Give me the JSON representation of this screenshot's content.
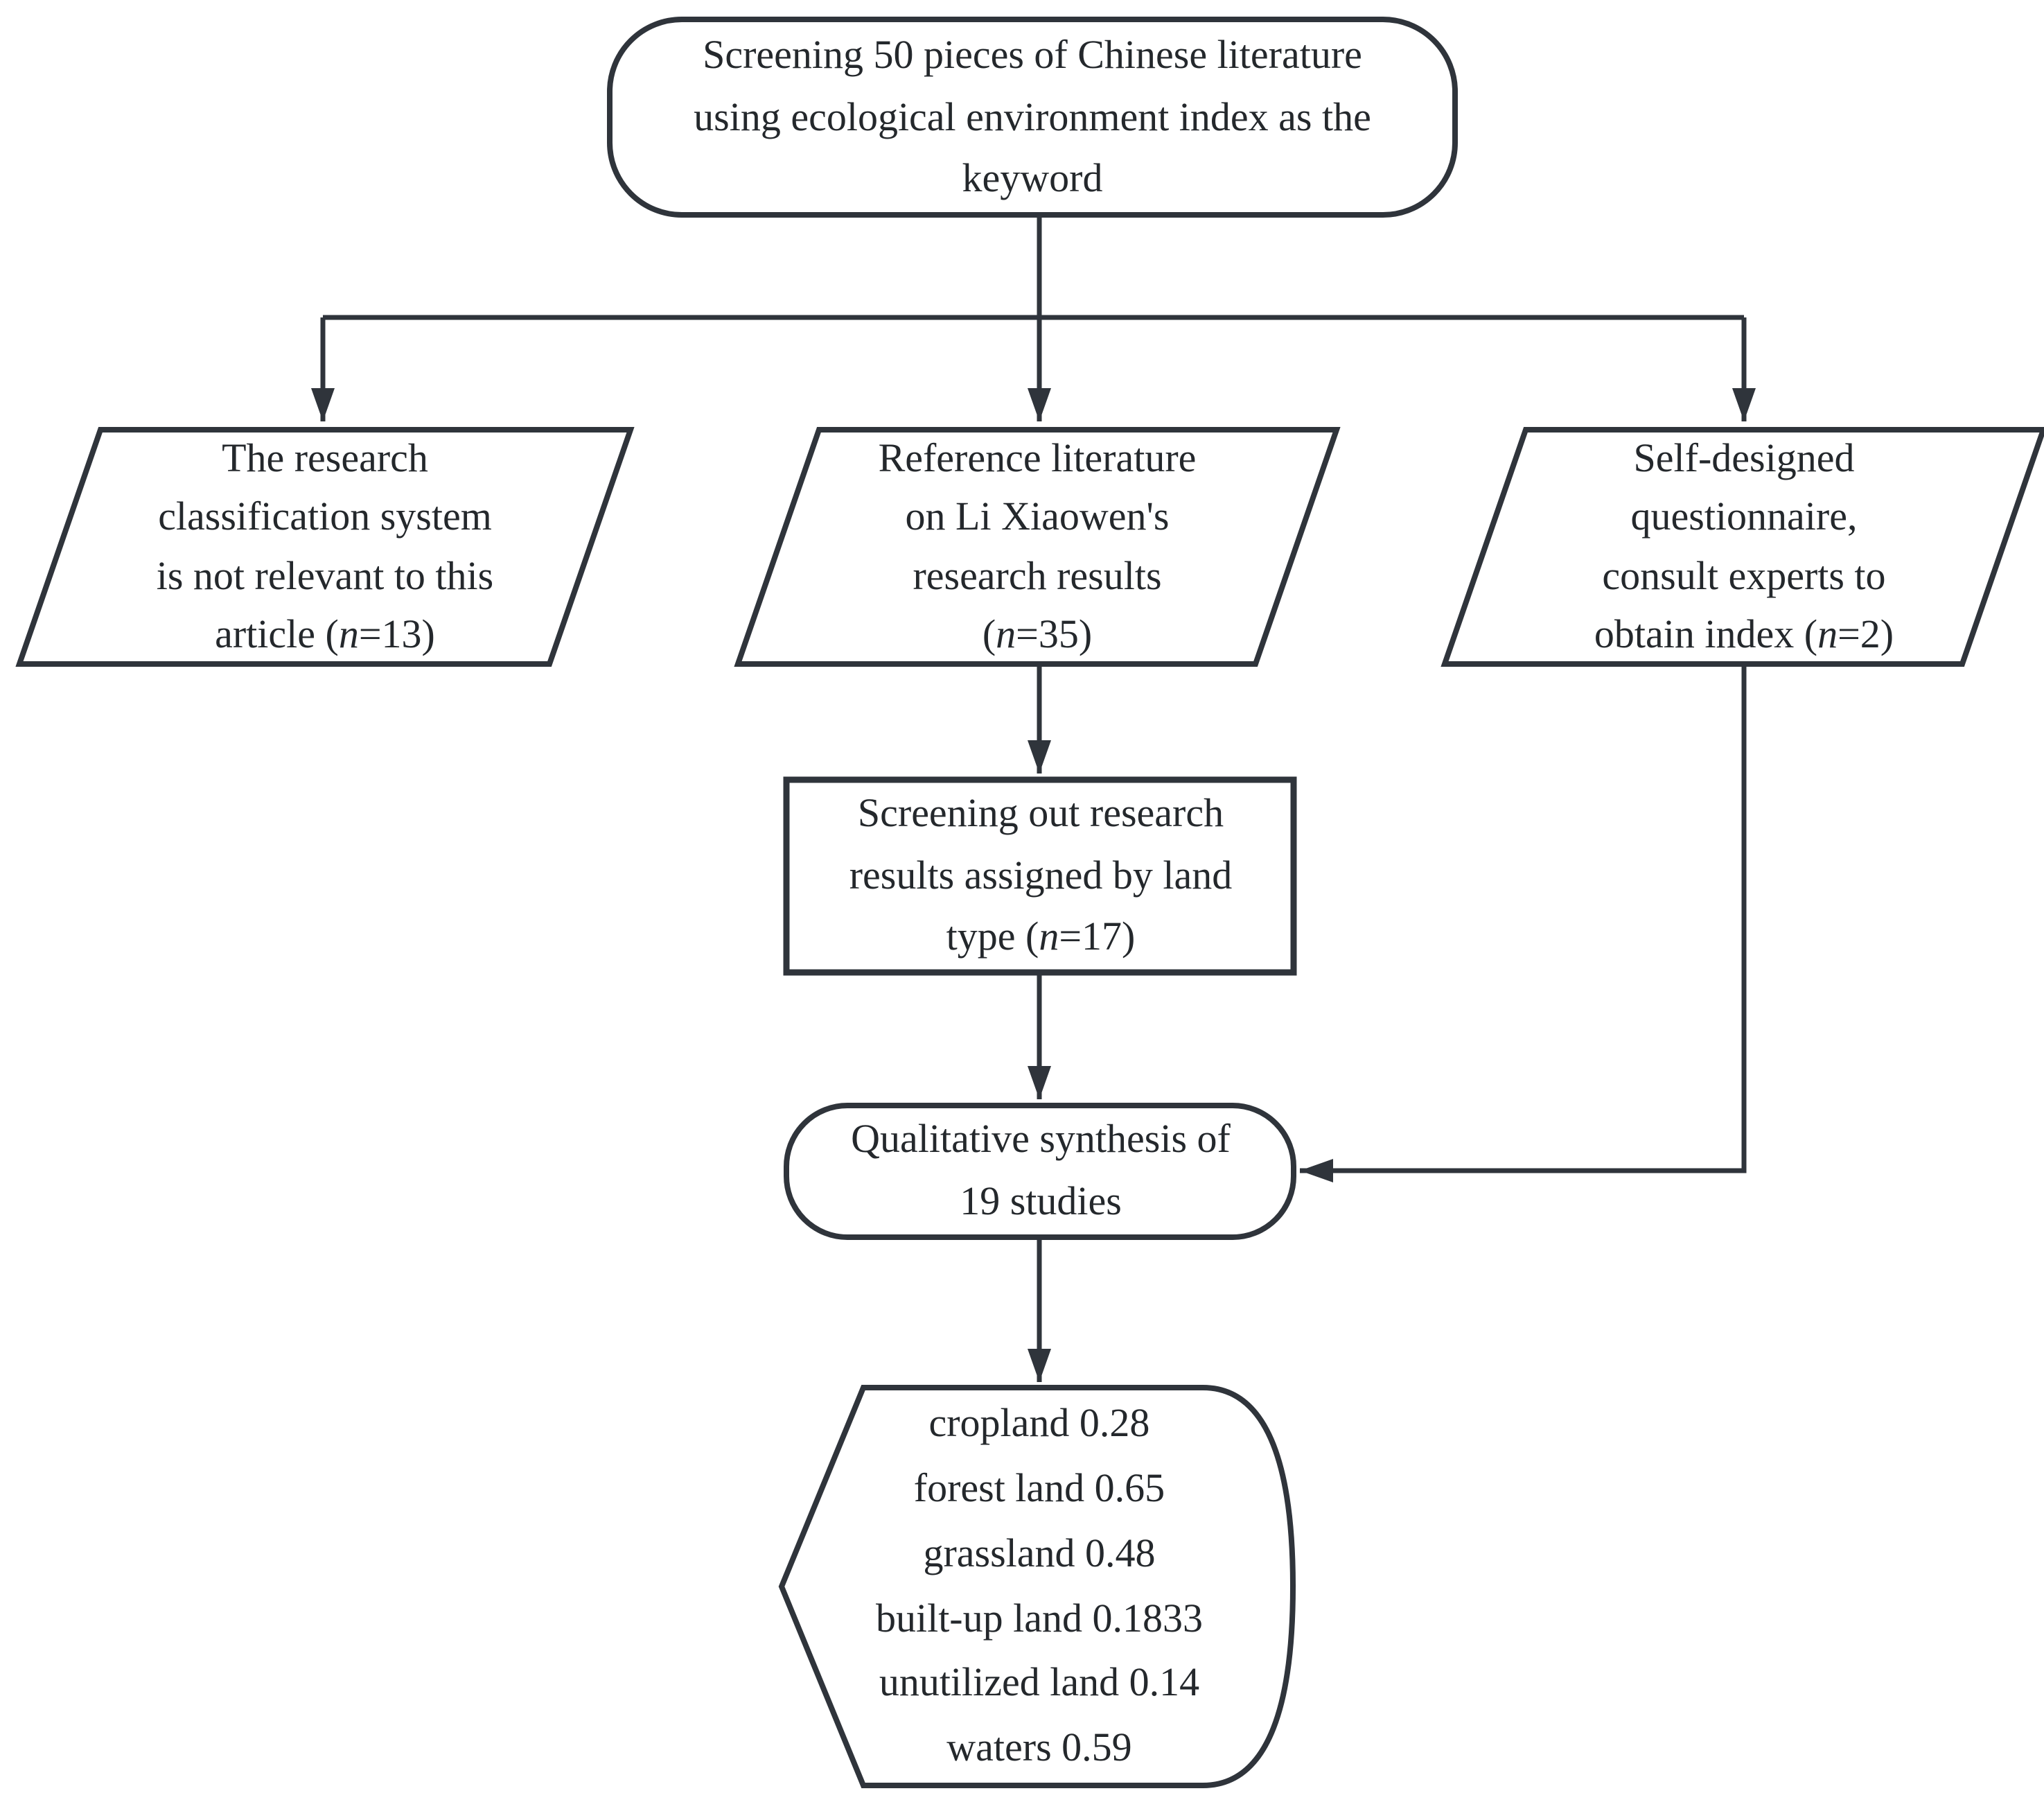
{
  "diagram": {
    "kind": "flowchart",
    "colors": {
      "line": "#2f343b",
      "text": "#24282c",
      "background": "#ffffff"
    },
    "nodes": {
      "start": {
        "shape": "rounded-rectangle",
        "segments": [
          {
            "t": "Screening 50 pieces of Chinese literature\nusing ecological environment index as the\nkeyword"
          }
        ]
      },
      "excluded": {
        "shape": "parallelogram",
        "segments": [
          {
            "t": "The research\nclassification system\nis not relevant to this\narticle ("
          },
          {
            "t": "n",
            "i": true
          },
          {
            "t": "=13)"
          }
        ]
      },
      "reference": {
        "shape": "parallelogram",
        "segments": [
          {
            "t": "Reference literature\non Li Xiaowen's\nresearch results\n("
          },
          {
            "t": "n",
            "i": true
          },
          {
            "t": "=35)"
          }
        ]
      },
      "questionnaire": {
        "shape": "parallelogram",
        "segments": [
          {
            "t": "Self-designed\nquestionnaire,\nconsult experts to\nobtain index ("
          },
          {
            "t": "n",
            "i": true
          },
          {
            "t": "=2)"
          }
        ]
      },
      "screening": {
        "shape": "rectangle",
        "segments": [
          {
            "t": "Screening out research\nresults assigned by land\ntype ("
          },
          {
            "t": "n",
            "i": true
          },
          {
            "t": "=17)"
          }
        ]
      },
      "synthesis": {
        "shape": "rounded-rectangle",
        "segments": [
          {
            "t": "Qualitative synthesis of\n19 studies"
          }
        ]
      },
      "result": {
        "shape": "display",
        "segments": [
          {
            "t": "cropland 0.28\nforest land 0.65\ngrassland 0.48\nbuilt-up land 0.1833\nunutilized land 0.14\nwaters 0.59"
          }
        ],
        "values": [
          {
            "label": "cropland",
            "value": 0.28
          },
          {
            "label": "forest land",
            "value": 0.65
          },
          {
            "label": "grassland",
            "value": 0.48
          },
          {
            "label": "built-up land",
            "value": 0.1833
          },
          {
            "label": "unutilized land",
            "value": 0.14
          },
          {
            "label": "waters",
            "value": 0.59
          }
        ]
      }
    },
    "edges": [
      {
        "from": "start",
        "to": "excluded"
      },
      {
        "from": "start",
        "to": "reference"
      },
      {
        "from": "start",
        "to": "questionnaire"
      },
      {
        "from": "reference",
        "to": "screening"
      },
      {
        "from": "screening",
        "to": "synthesis"
      },
      {
        "from": "questionnaire",
        "to": "synthesis"
      },
      {
        "from": "synthesis",
        "to": "result"
      }
    ]
  }
}
